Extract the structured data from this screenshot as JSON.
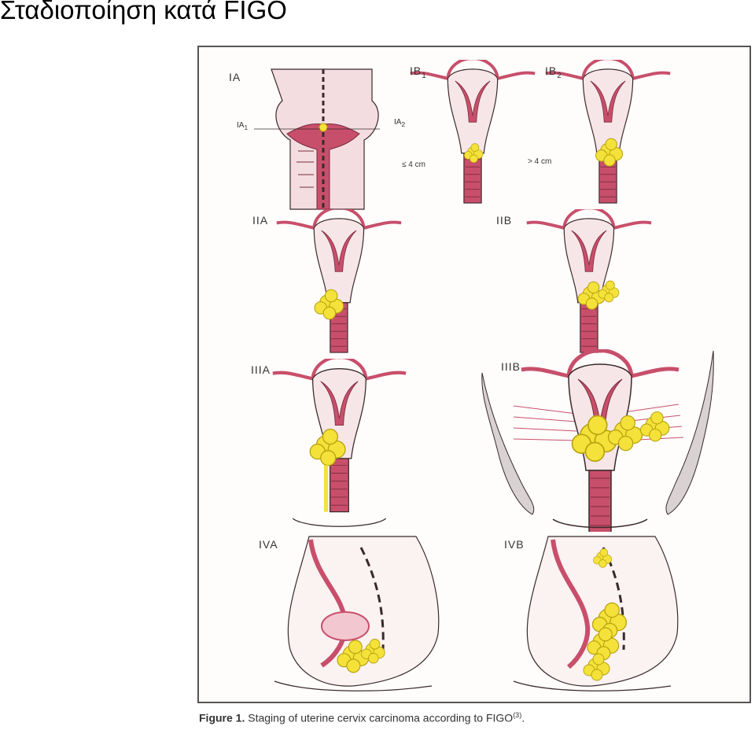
{
  "page": {
    "title": "Σταδιοποίηση κατά FIGO"
  },
  "figure": {
    "panels": {
      "ia": {
        "label": "IA",
        "sub1_label": "IA",
        "sub1_index": "1",
        "sub2_label": "IA",
        "sub2_index": "2"
      },
      "ib1": {
        "label": "IB",
        "index": "1",
        "size_note": "≤ 4 cm"
      },
      "ib2": {
        "label": "IB",
        "index": "2",
        "size_note": "> 4 cm"
      },
      "iia": {
        "label": "IIA"
      },
      "iib": {
        "label": "IIB"
      },
      "iiia": {
        "label": "IIIA"
      },
      "iiib": {
        "label": "IIIB"
      },
      "iva": {
        "label": "IVA"
      },
      "ivb": {
        "label": "IVB"
      }
    },
    "caption": {
      "prefix": "Figure 1.",
      "text": "Staging of uterine cervix carcinoma according to FIGO",
      "ref": "(3)",
      "suffix": "."
    }
  },
  "colors": {
    "uterus_pink": "#c84f6b",
    "tissue_light": "#f3dde0",
    "tumor_yellow": "#f4e23a",
    "outline": "#3a2a2c"
  }
}
